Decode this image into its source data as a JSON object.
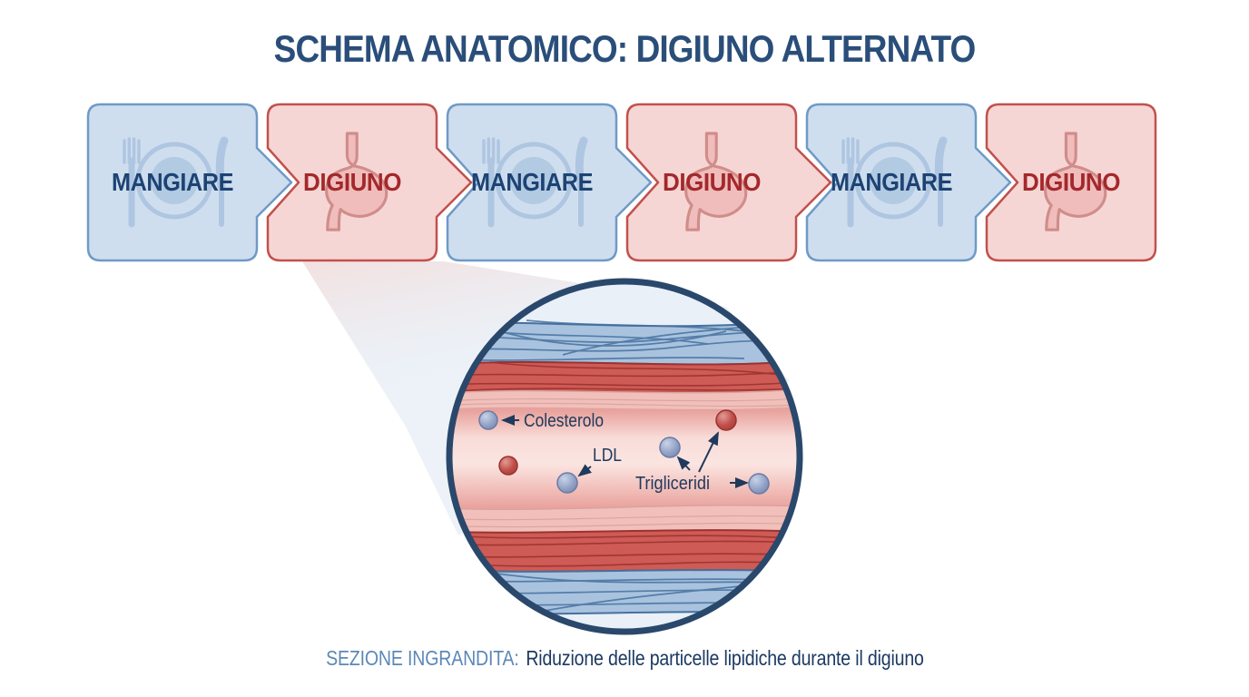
{
  "title": "SCHEMA ANATOMICO: DIGIUNO ALTERNATO",
  "timeline": {
    "phases": [
      {
        "label": "MANGIARE",
        "type": "eat",
        "icon": "plate-utensils"
      },
      {
        "label": "DIGIUNO",
        "type": "fast",
        "icon": "stomach"
      },
      {
        "label": "MANGIARE",
        "type": "eat",
        "icon": "plate-utensils"
      },
      {
        "label": "DIGIUNO",
        "type": "fast",
        "icon": "stomach"
      },
      {
        "label": "MANGIARE",
        "type": "eat",
        "icon": "plate-utensils"
      },
      {
        "label": "DIGIUNO",
        "type": "fast",
        "icon": "stomach"
      }
    ]
  },
  "magnified": {
    "labels": {
      "cholesterol": "Colesterolo",
      "ldl": "LDL",
      "triglycerides": "Trigliceridi"
    },
    "particles": {
      "blue_count": 4,
      "red_count": 2
    }
  },
  "caption": {
    "prefix": "SEZIONE INGRANDITA:",
    "text": "Riduzione delle particelle lipidiche durante il digiuno"
  },
  "colors": {
    "title_text": "#2a4e79",
    "eat_fill": "#cfdeee",
    "eat_border": "#6f9ac7",
    "eat_text": "#1d4373",
    "eat_icon": "#a6c1de",
    "fast_fill": "#f6d6d4",
    "fast_border": "#c1514d",
    "fast_text": "#a3282c",
    "fast_icon_fill": "#f0bdbc",
    "fast_icon_stroke": "#cf8d8b",
    "ring": "#2a486b",
    "circle_bg": "#e9f0f8",
    "vessel_blue": "#a9c3df",
    "vessel_blue_line": "#46719f",
    "vessel_red": "#ce5b55",
    "vessel_red_line": "#9c3230",
    "vessel_pink": "#f1c0bb",
    "vessel_pink_line": "#dba29d",
    "lumen_light": "#f8dcd8",
    "lumen_edge": "#e9a39e",
    "sphere_blue": "#94a5c9",
    "sphere_blue_rim": "#6b7aa3",
    "sphere_red": "#c14f4b",
    "sphere_red_rim": "#9a3331",
    "label_text": "#203a5c",
    "caption_prefix": "#5d88b6",
    "caption_text": "#1c3a63",
    "beam_pink": "#f2dedd",
    "beam_blue": "#dfe8f2"
  }
}
